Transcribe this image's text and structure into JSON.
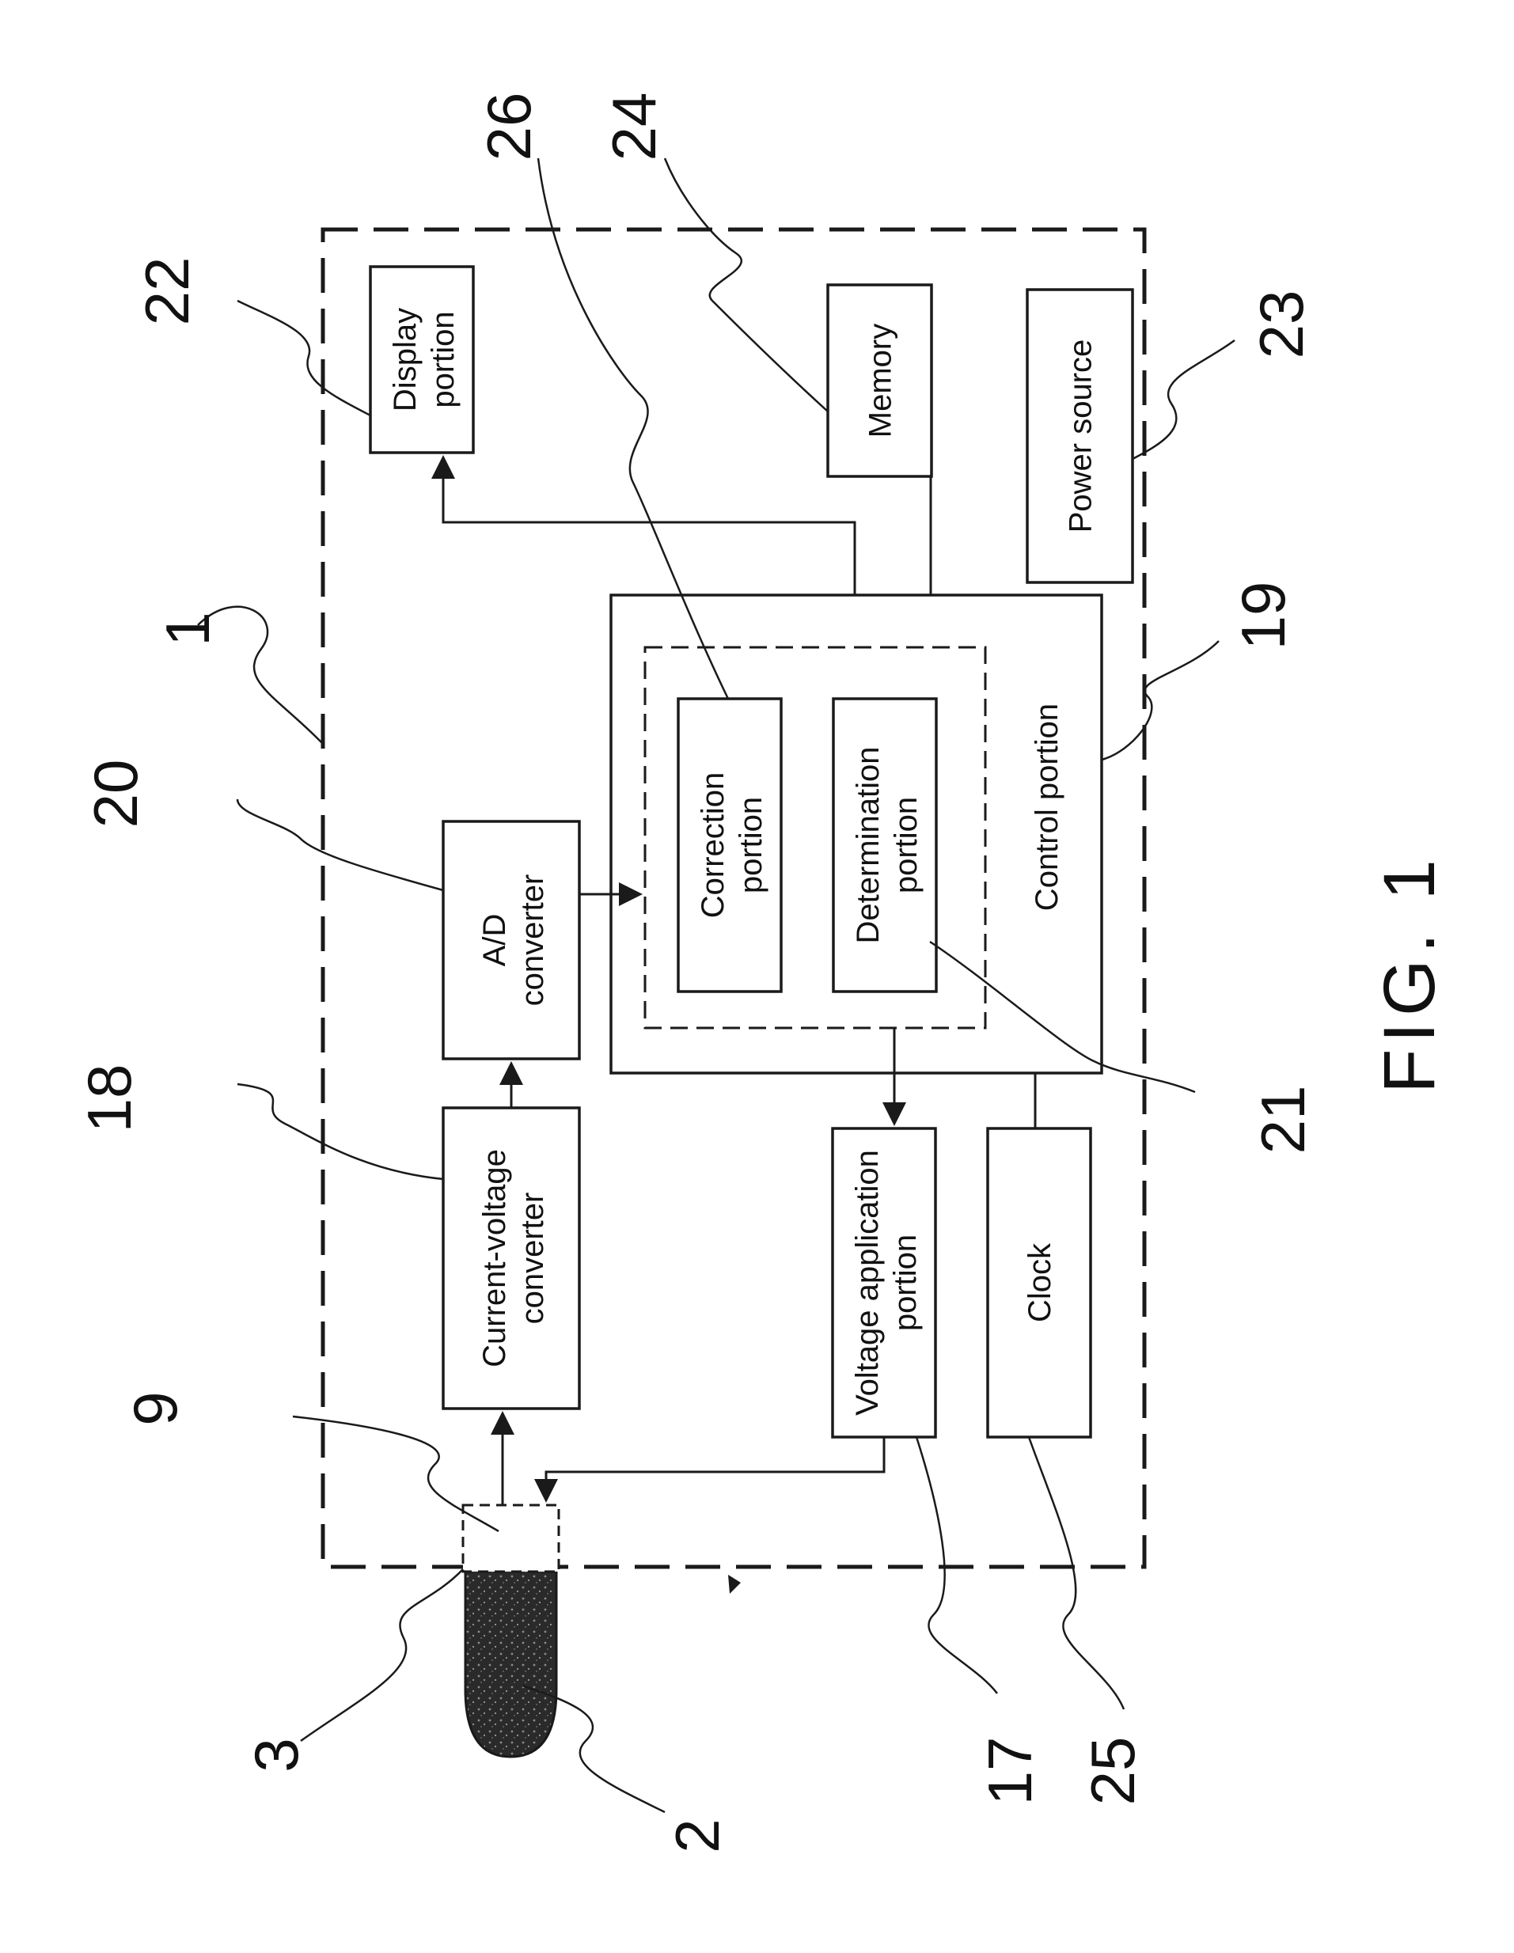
{
  "figure_label": "FIG. 1",
  "blocks": {
    "display": {
      "line1": "Display",
      "line2": "portion"
    },
    "memory": {
      "label": "Memory"
    },
    "power_source": {
      "label": "Power source"
    },
    "ad_converter": {
      "line1": "A/D",
      "line2": "converter"
    },
    "correction": {
      "line1": "Correction",
      "line2": "portion"
    },
    "determination": {
      "line1": "Determination",
      "line2": "portion"
    },
    "control": {
      "label": "Control portion"
    },
    "current_voltage": {
      "line1": "Current-voltage",
      "line2": "converter"
    },
    "voltage_application": {
      "line1": "Voltage application",
      "line2": "portion"
    },
    "clock": {
      "label": "Clock"
    }
  },
  "refs": {
    "device": "1",
    "sensor": "2",
    "insertion_opening": "3",
    "connector": "9",
    "voltage_application": "17",
    "current_voltage": "18",
    "control": "19",
    "ad_converter": "20",
    "determination": "21",
    "display": "22",
    "power_source": "23",
    "memory": "24",
    "clock": "25",
    "correction": "26"
  }
}
